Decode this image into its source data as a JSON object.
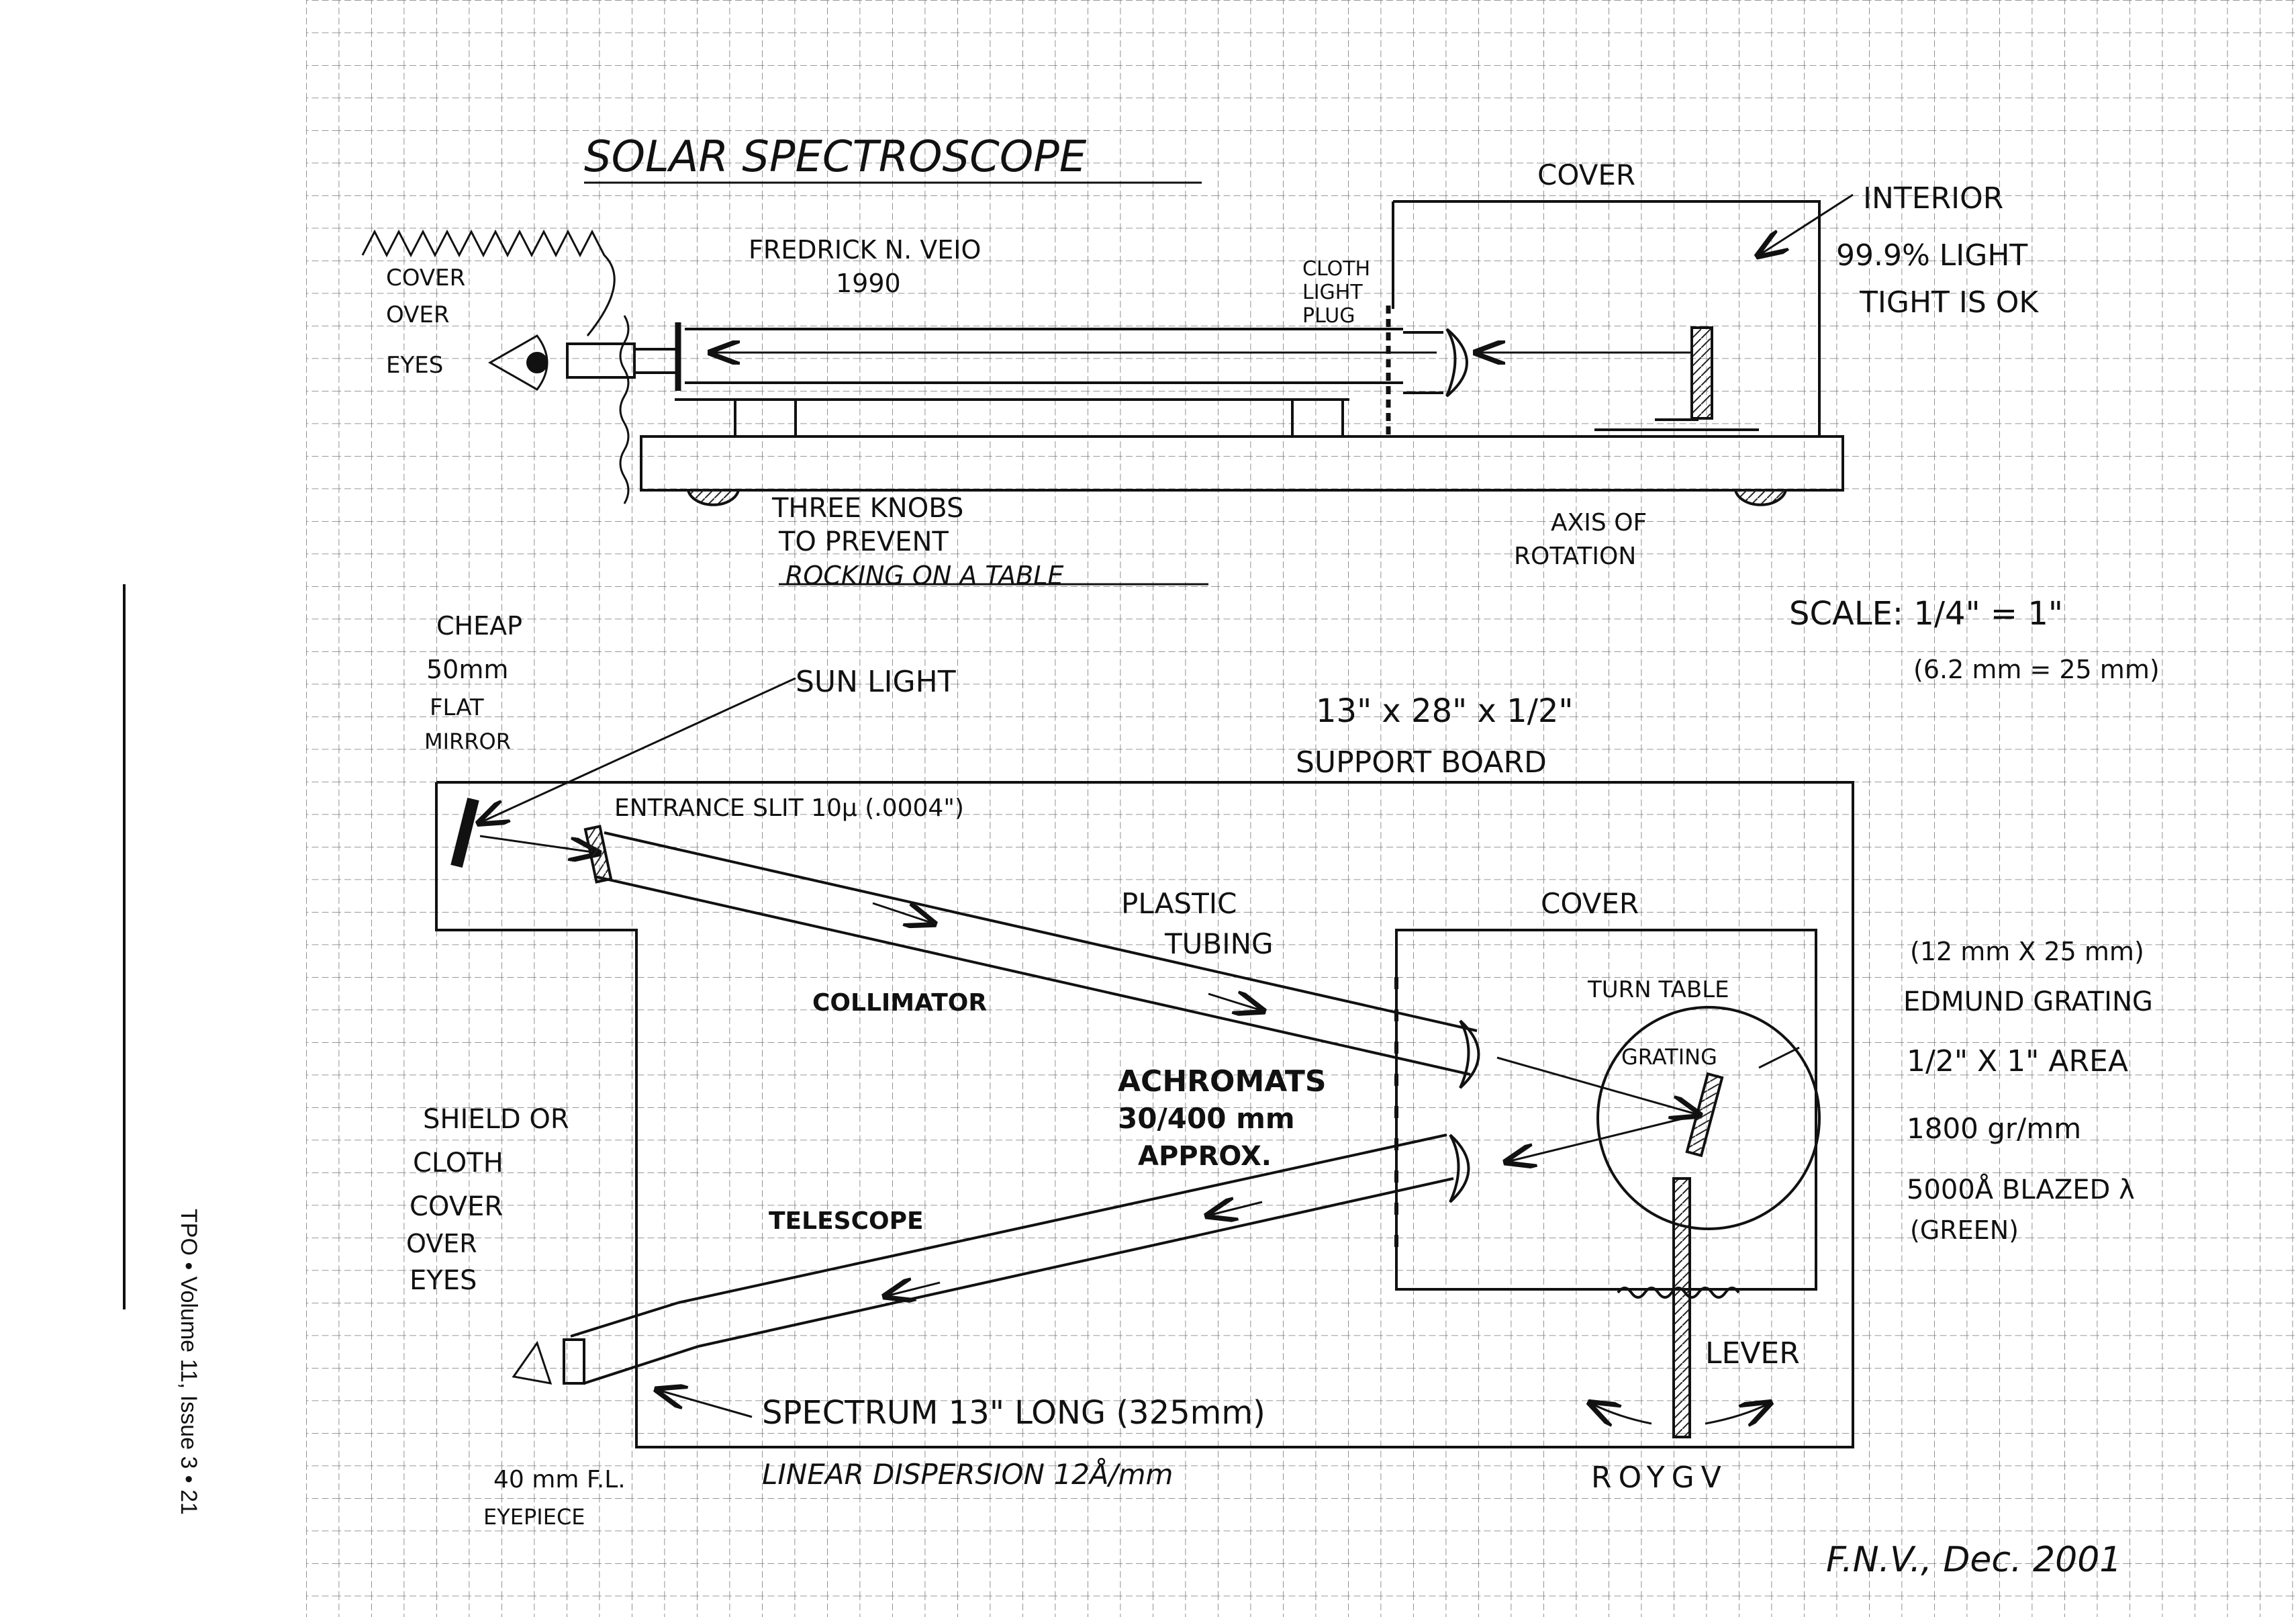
{
  "sheet": {
    "title": "SOLAR SPECTROSCOPE",
    "author": "FREDRICK N. VEIO",
    "year": "1990",
    "signature": "F.N.V., Dec. 2001"
  },
  "side_view": {
    "cover_eyes_lines": [
      "COVER",
      "OVER",
      "EYES"
    ],
    "cloth_plug_lines": [
      "CLOTH",
      "LIGHT",
      "PLUG"
    ],
    "cover": "COVER",
    "interior_lines": [
      "INTERIOR",
      "99.9% LIGHT",
      "TIGHT IS OK"
    ],
    "knobs_lines": [
      "THREE KNOBS",
      "TO PREVENT",
      "ROCKING ON A TABLE"
    ],
    "axis_lines": [
      "AXIS OF",
      "ROTATION"
    ]
  },
  "scale": {
    "label": "SCALE: 1/4\" = 1\"",
    "metric": "(6.2 mm = 25 mm)"
  },
  "plan_view": {
    "mirror_lines": [
      "CHEAP",
      "50mm",
      "FLAT",
      "MIRROR"
    ],
    "sun_light": "SUN LIGHT",
    "board_lines": [
      "13\" x 28\" x 1/2\"",
      "SUPPORT BOARD"
    ],
    "entrance_slit": "ENTRANCE SLIT 10μ (.0004\")",
    "plastic_tubing_lines": [
      "PLASTIC",
      "TUBING"
    ],
    "cover": "COVER",
    "collimator": "COLLIMATOR",
    "turn_table": "TURN TABLE",
    "grating": "GRATING",
    "achromats_lines": [
      "ACHROMATS",
      "30/400 mm",
      "APPROX."
    ],
    "telescope": "TELESCOPE",
    "shield_lines": [
      "SHIELD OR",
      "CLOTH",
      "COVER",
      "OVER",
      "EYES"
    ],
    "lever": "LEVER",
    "spectrum": "SPECTRUM 13\" LONG (325mm)",
    "eyepiece_lines": [
      "40 mm F.L.",
      "EYEPIECE"
    ],
    "dispersion": "LINEAR DISPERSION 12Å/mm",
    "colors": "ROYGV"
  },
  "grating_spec": {
    "lines": [
      "(12 mm X 25 mm)",
      "EDMUND GRATING",
      "1/2\" X 1\" AREA",
      "1800 gr/mm",
      "5000Å BLAZED λ",
      "(GREEN)"
    ]
  },
  "journal": {
    "footer": "TPO • Volume 11, Issue 3 • 21"
  }
}
